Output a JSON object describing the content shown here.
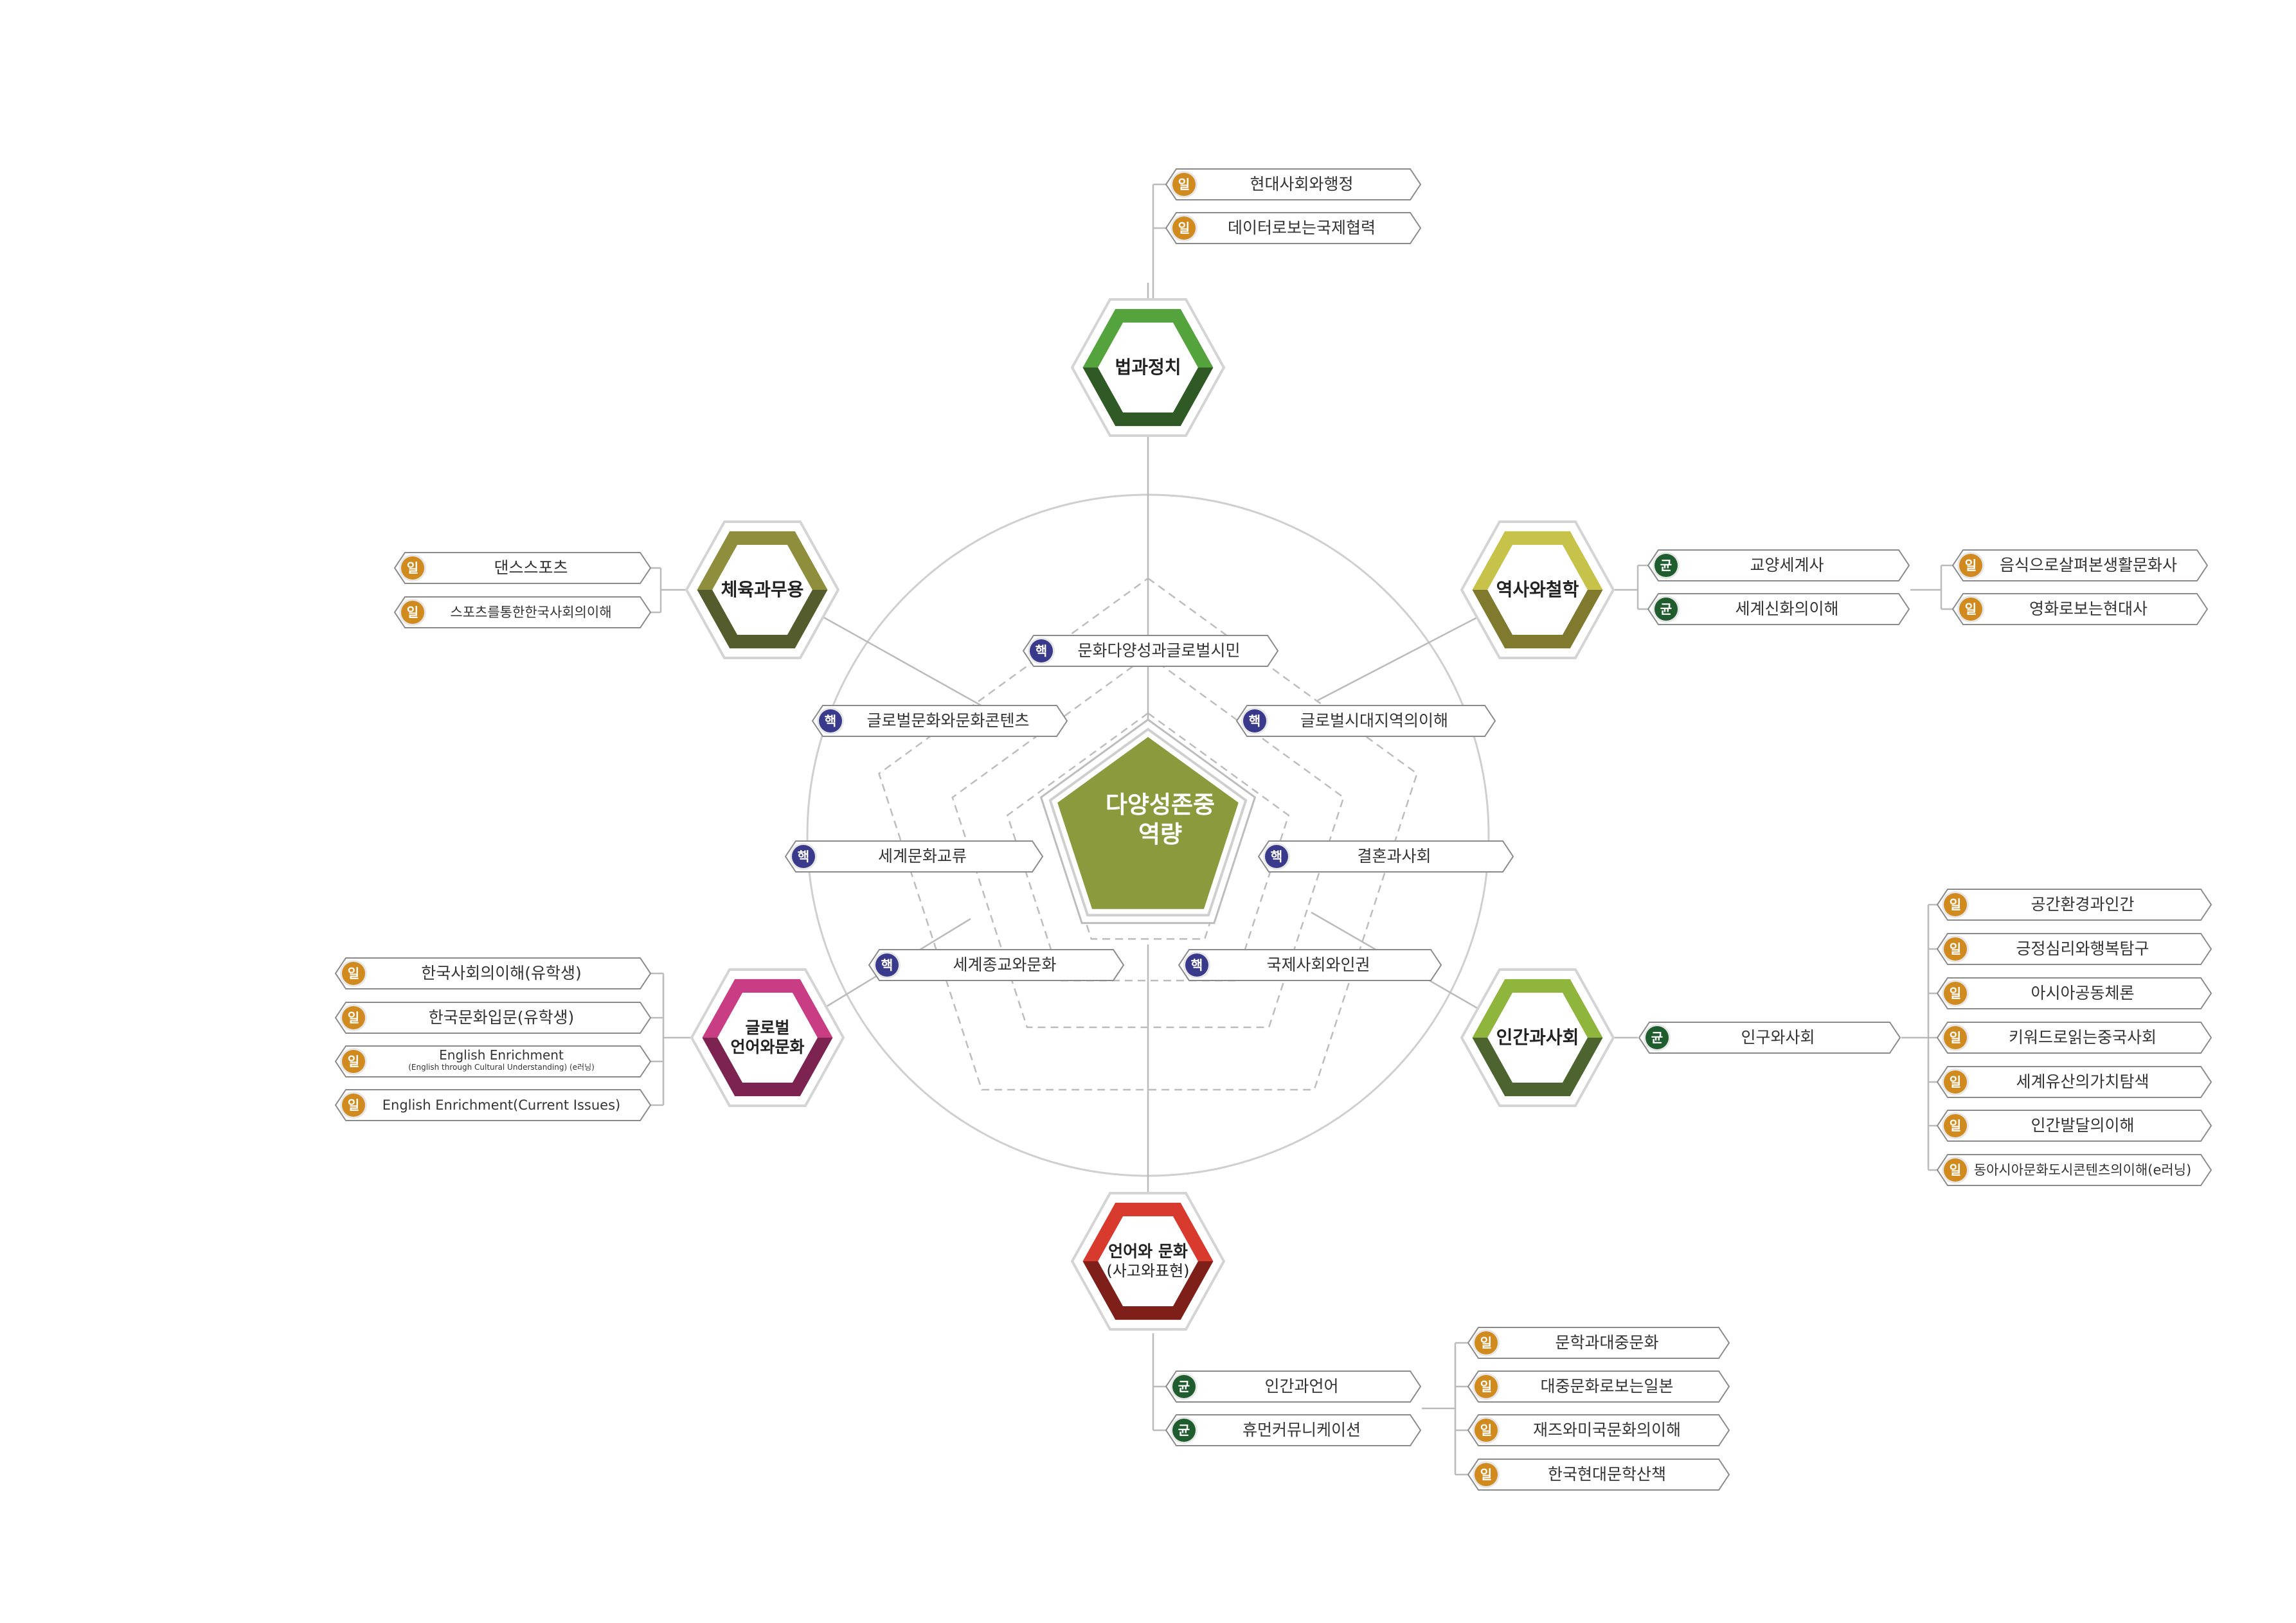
{
  "center": {
    "line1": "다양성존중",
    "line2": "역량"
  },
  "colors": {
    "core": "#3a3a8c",
    "gyun": "#1f5c2e",
    "il": "#d08a1e",
    "center_fill": "#8a9a3c"
  },
  "badges": {
    "core": "핵",
    "gyun": "균",
    "il": "일"
  },
  "categories": [
    {
      "id": "law",
      "line1": "법과정치",
      "line2": "",
      "sub": "",
      "top": "#55a33c",
      "bottom": "#2f5a25"
    },
    {
      "id": "history",
      "line1": "역사와철학",
      "line2": "",
      "sub": "",
      "top": "#c7c24a",
      "bottom": "#807a2f"
    },
    {
      "id": "human",
      "line1": "인간과사회",
      "line2": "",
      "sub": "",
      "top": "#8fb53d",
      "bottom": "#4d6430"
    },
    {
      "id": "lang",
      "line1": "언어와 문화",
      "line2": "",
      "sub": "(사고와표현)",
      "top": "#d83a2e",
      "bottom": "#7e1f1a"
    },
    {
      "id": "global",
      "line1": "글로벌",
      "line2": "언어와문화",
      "sub": "",
      "top": "#c93d84",
      "bottom": "#7c2352"
    },
    {
      "id": "sports",
      "line1": "체육과무용",
      "line2": "",
      "sub": "",
      "top": "#8e8e3c",
      "bottom": "#545b2c"
    }
  ],
  "core_courses": [
    "문화다양성과글로벌시민",
    "글로벌시대지역의이해",
    "결혼과사회",
    "국제사회와인권",
    "세계종교와문화",
    "세계문화교류",
    "글로벌문화와문화콘텐츠"
  ],
  "law_courses": [
    "현대사회와행정",
    "데이터로보는국제협력"
  ],
  "history_gyun": [
    "교양세계사",
    "세계신화의이해"
  ],
  "history_il": [
    "음식으로살펴본생활문화사",
    "영화로보는현대사"
  ],
  "human_gyun": [
    "인구와사회"
  ],
  "human_il": [
    "공간환경과인간",
    "긍정심리와행복탐구",
    "아시아공동체론",
    "키워드로읽는중국사회",
    "세계유산의가치탐색",
    "인간발달의이해",
    "동아시아문화도시콘텐츠의이해(e러닝)"
  ],
  "lang_gyun": [
    "인간과언어",
    "휴먼커뮤니케이션"
  ],
  "lang_il": [
    "문학과대중문화",
    "대중문화로보는일본",
    "재즈와미국문화의이해",
    "한국현대문학산책"
  ],
  "global_il": [
    {
      "line1": "한국사회의이해(유학생)",
      "line2": ""
    },
    {
      "line1": "한국문화입문(유학생)",
      "line2": ""
    },
    {
      "line1": "English Enrichment",
      "line2": "(English through Cultural Understanding) (e러닝)"
    },
    {
      "line1": "English Enrichment(Current Issues)",
      "line2": ""
    }
  ],
  "sports_il": [
    "댄스스포츠",
    "스포츠를통한한국사회의이해"
  ]
}
